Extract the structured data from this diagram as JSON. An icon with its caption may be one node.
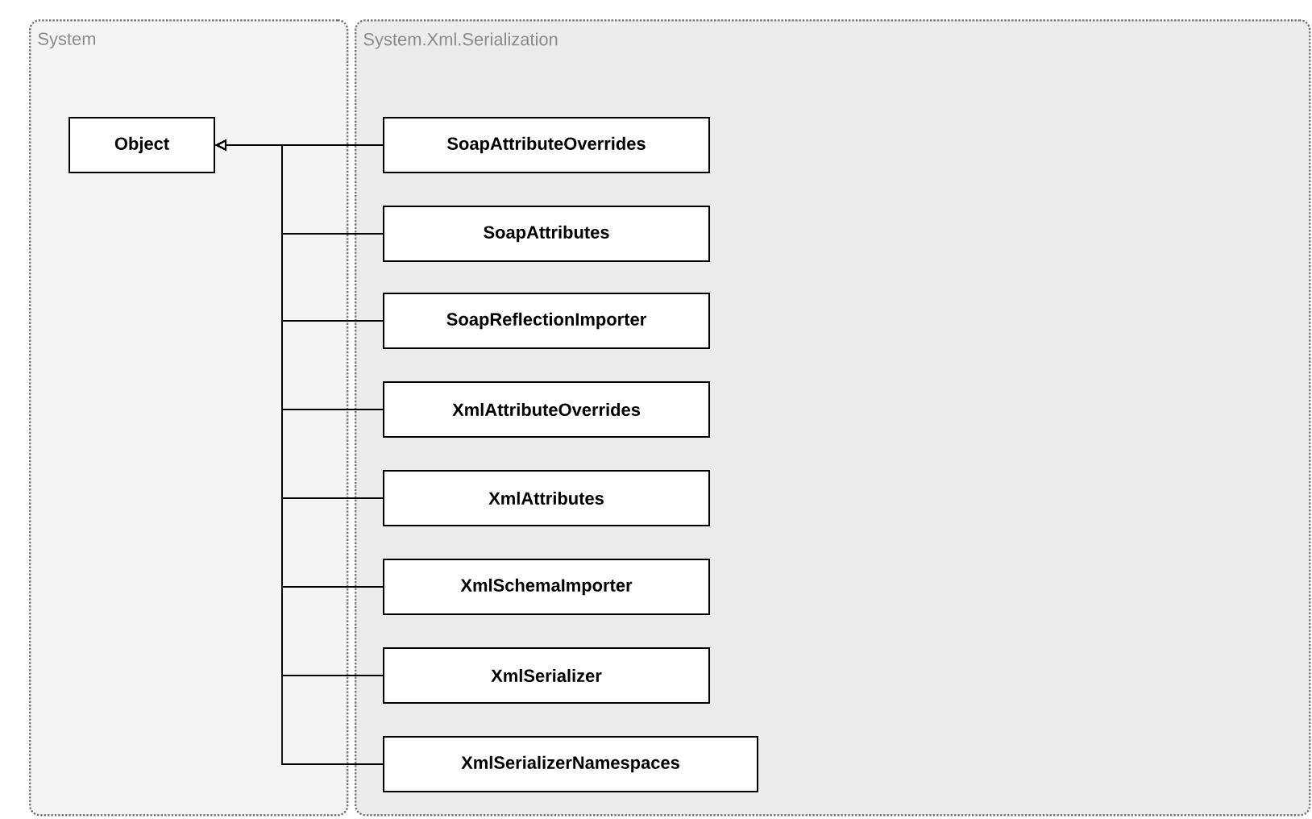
{
  "diagram": {
    "nodes": [
      {
        "text": [
          "System"
        ]
      },
      {
        "text": [
          "System.Xml.Serialization"
        ]
      },
      {
        "text": [
          "Object"
        ],
        "in": 0
      },
      {
        "text": [
          "SoapAttributeOverrides"
        ],
        "in": 1
      },
      {
        "text": [
          "SoapAttributes"
        ],
        "in": 1
      },
      {
        "text": [
          "SoapReflectionImporter"
        ],
        "in": 1
      },
      {
        "text": [
          "XmlAttributeOverrides"
        ],
        "in": 1
      },
      {
        "text": [
          "XmlAttributes"
        ],
        "in": 1
      },
      {
        "text": [
          "XmlSchemaImporter"
        ],
        "in": 1
      },
      {
        "text": [
          "XmlSerializer"
        ],
        "in": 1
      },
      {
        "text": [
          "XmlSerializerNamespaces"
        ],
        "in": 1
      }
    ],
    "edges": [
      {
        "from": 3,
        "to": 2,
        "arrow": "to"
      },
      {
        "from": 4,
        "to": 2,
        "arrow": "to"
      },
      {
        "from": 5,
        "to": 2,
        "arrow": "to"
      },
      {
        "from": 6,
        "to": 2,
        "arrow": "to"
      },
      {
        "from": 7,
        "to": 2,
        "arrow": "to"
      },
      {
        "from": 8,
        "to": 2,
        "arrow": "to"
      },
      {
        "from": 9,
        "to": 2,
        "arrow": "to"
      },
      {
        "from": 10,
        "to": 2,
        "arrow": "to"
      }
    ]
  }
}
